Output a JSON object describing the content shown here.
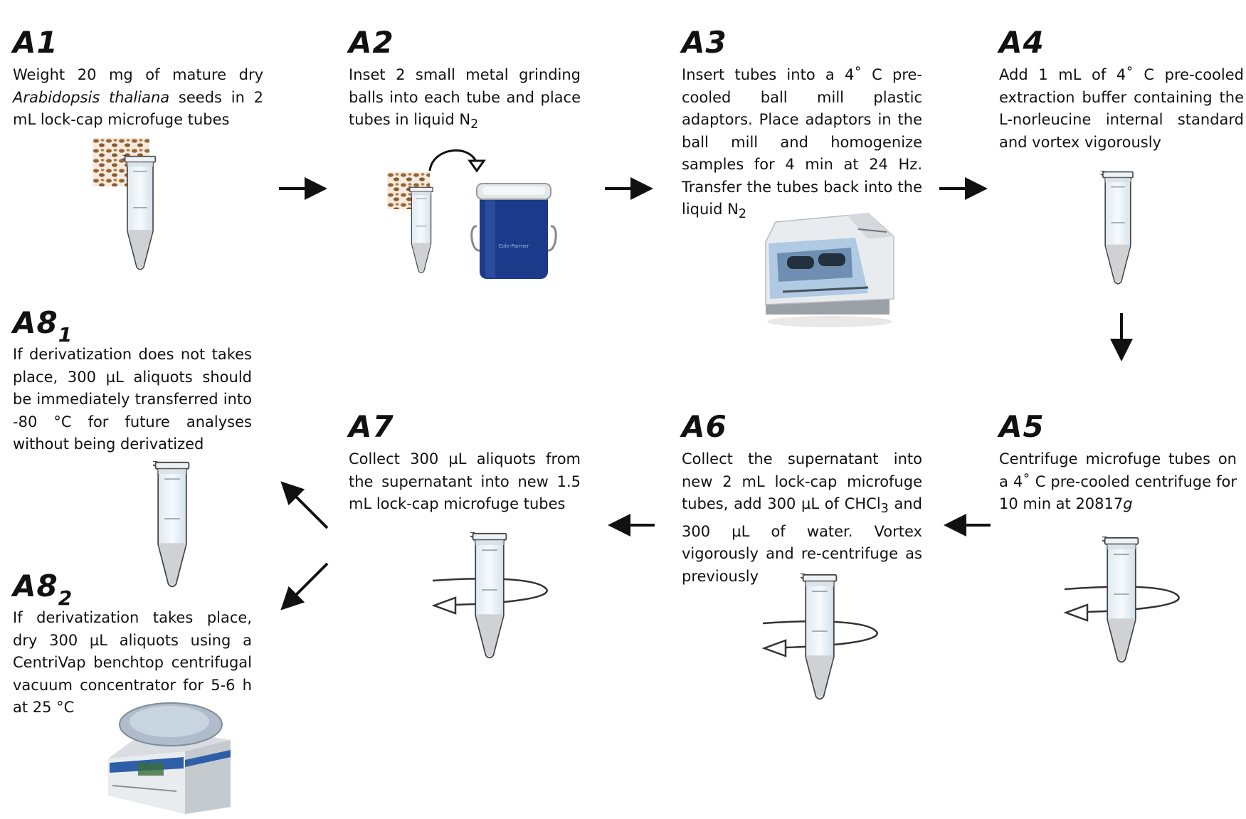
{
  "steps": {
    "a1": {
      "label": "A1",
      "text_1": "Weight 20 mg of mature dry ",
      "text_2": "Arabidopsis thaliana",
      "text_3": " seeds in 2 mL lock-cap microfuge tubes"
    },
    "a2": {
      "label": "A2",
      "text_1": "Inset 2 small metal grinding balls into each tube and place tubes in liquid N",
      "text_sub": "2",
      "dewar_brand": "Cole-Parmer"
    },
    "a3": {
      "label": "A3",
      "text_1": "Insert tubes into a 4˚ C pre-cooled ball mill plastic adaptors. Place adaptors in the ball mill and homogenize samples for  4 min at 24 Hz. Transfer the tubes back into the liquid N",
      "text_sub": "2"
    },
    "a4": {
      "label": "A4",
      "text": "Add 1 mL of 4˚ C pre-cooled extraction buffer containing the L-norleucine internal standard and vortex vigorously"
    },
    "a5": {
      "label": "A5",
      "text_1": "Centrifuge microfuge tubes on a 4˚ C pre-cooled centrifuge for 10 min at 20817",
      "text_italic": "g"
    },
    "a6": {
      "label": "A6",
      "text_1": "Collect the supernatant into new 2 mL lock-cap microfuge tubes, add 300 µL of CHCl",
      "text_sub": "3",
      "text_2": " and 300 µL of water. Vortex vigorously and re-centrifuge as previously"
    },
    "a7": {
      "label": "A7",
      "text": "Collect 300 µL aliquots from the supernatant into new 1.5 mL lock-cap microfuge tubes"
    },
    "a8_1": {
      "label": "A8",
      "label_sub": "1",
      "text": "If derivatization does not takes place,  300 µL aliquots should be immediately transferred into -80 °C for future analyses without being derivatized"
    },
    "a8_2": {
      "label": "A8",
      "label_sub": "2",
      "text": "If derivatization takes place, dry 300 µL aliquots using a CentriVap benchtop centrifugal vacuum concentrator for 5-6 h at 25 °C"
    }
  },
  "colors": {
    "tube_liquid": "#d9dadc",
    "tube_fill": "#edf3f7",
    "dewar_blue": "#1d3a8a",
    "seed_brown": "#8b5a2b",
    "mill_blue": "#a8c6e0"
  }
}
